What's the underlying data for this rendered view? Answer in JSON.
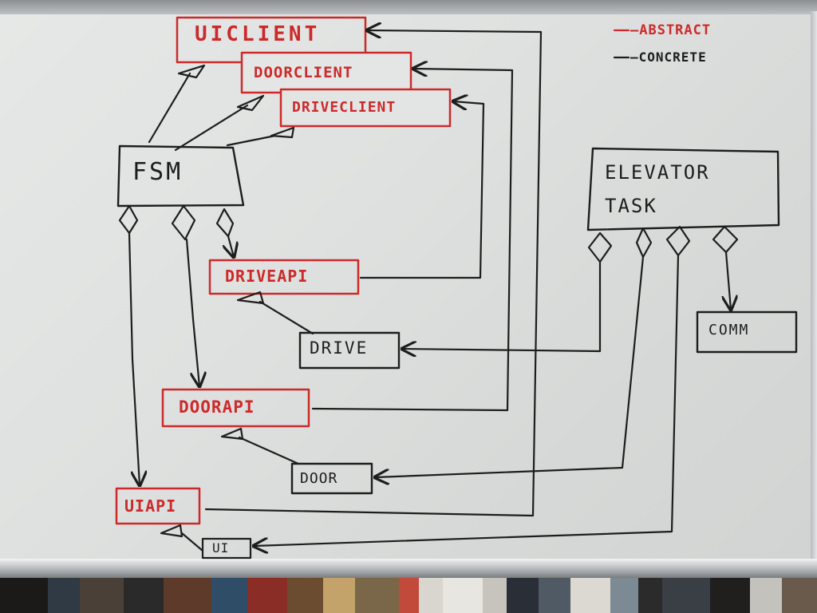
{
  "colors": {
    "abstract_ink": "#cc2a2a",
    "concrete_ink": "#1d1d1d"
  },
  "legend": {
    "abstract": "—ABSTRACT",
    "concrete": "—CONCRETE"
  },
  "boxes": {
    "ui_client": "UICLIENT",
    "door_client": "DOORCLIENT",
    "drive_client": "DRIVECLIENT",
    "fsm": "FSM",
    "drive_api": "DRIVEAPI",
    "drive": "DRIVE",
    "door_api": "DOORAPI",
    "door": "DOOR",
    "ui_api": "UIAPI",
    "ui": "UI",
    "elevator_task_line1": "ELEVATOR",
    "elevator_task_line2": "TASK",
    "comm": "COMM"
  },
  "relations": [
    {
      "from": "FSM",
      "to": "UICLIENT",
      "kind": "realization"
    },
    {
      "from": "FSM",
      "to": "DOORCLIENT",
      "kind": "realization"
    },
    {
      "from": "FSM",
      "to": "DRIVECLIENT",
      "kind": "realization"
    },
    {
      "from": "FSM",
      "to": "UIAPI",
      "kind": "aggregation"
    },
    {
      "from": "FSM",
      "to": "DOORAPI",
      "kind": "aggregation"
    },
    {
      "from": "FSM",
      "to": "DRIVEAPI",
      "kind": "aggregation"
    },
    {
      "from": "DRIVE",
      "to": "DRIVEAPI",
      "kind": "realization"
    },
    {
      "from": "DOOR",
      "to": "DOORAPI",
      "kind": "realization"
    },
    {
      "from": "UI",
      "to": "UIAPI",
      "kind": "realization"
    },
    {
      "from": "DRIVEAPI",
      "to": "DRIVECLIENT",
      "kind": "association"
    },
    {
      "from": "DOORAPI",
      "to": "DOORCLIENT",
      "kind": "association"
    },
    {
      "from": "UIAPI",
      "to": "UICLIENT",
      "kind": "association"
    },
    {
      "from": "ELEVATOR TASK",
      "to": "DRIVE",
      "kind": "aggregation"
    },
    {
      "from": "ELEVATOR TASK",
      "to": "DOOR",
      "kind": "aggregation"
    },
    {
      "from": "ELEVATOR TASK",
      "to": "UI",
      "kind": "aggregation"
    },
    {
      "from": "ELEVATOR TASK",
      "to": "COMM",
      "kind": "aggregation"
    }
  ]
}
